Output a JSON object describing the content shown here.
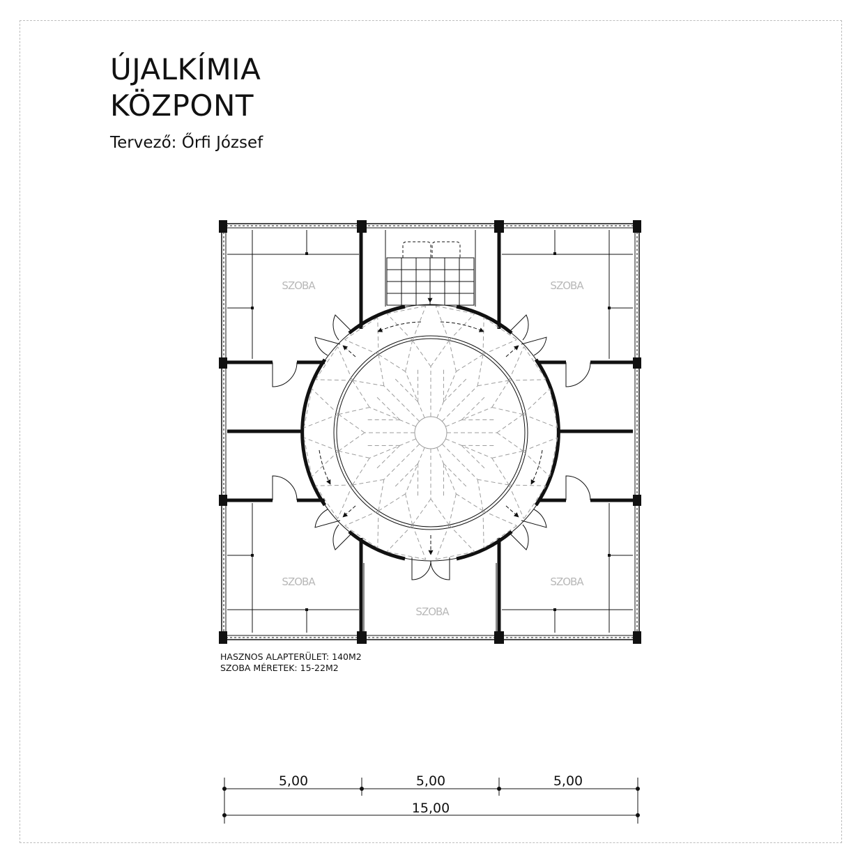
{
  "title": {
    "line1": "ÚJALKÍMIA",
    "line2": "KÖZPONT"
  },
  "subtitle": "Tervező: Őrfi József",
  "rooms": [
    {
      "label": "SZOBA"
    },
    {
      "label": "SZOBA"
    },
    {
      "label": "SZOBA"
    },
    {
      "label": "SZOBA"
    },
    {
      "label": "SZOBA"
    }
  ],
  "info": {
    "area": "HASZNOS ALAPTERÜLET: 140M2",
    "room_sizes": "SZOBA MÉRETEK: 15-22M2"
  },
  "dimensions": {
    "segments": [
      "5,00",
      "5,00",
      "5,00"
    ],
    "total": "15,00"
  }
}
